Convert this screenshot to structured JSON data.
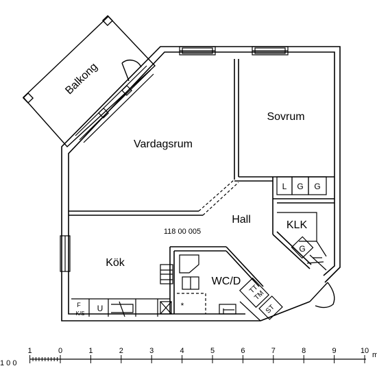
{
  "rooms": {
    "balkong": "Balkong",
    "vardagsrum": "Vardagsrum",
    "sovrum": "Sovrum",
    "hall": "Hall",
    "kok": "Kök",
    "wcd": "WC/D",
    "klk": "KLK"
  },
  "apartment_id": "118 00 005",
  "fixtures": {
    "l": "L",
    "g1": "G",
    "g2": "G",
    "g3": "G",
    "tt": "TT",
    "tm": "TM",
    "st": "ST",
    "fks_top": "F",
    "fks_bottom": "K/S",
    "u": "U",
    "star": "*"
  },
  "scale": {
    "start": "1 0 0",
    "ticks": [
      "1",
      "0",
      "1",
      "2",
      "3",
      "4",
      "5",
      "6",
      "7",
      "8",
      "9",
      "10"
    ],
    "end": "m"
  }
}
